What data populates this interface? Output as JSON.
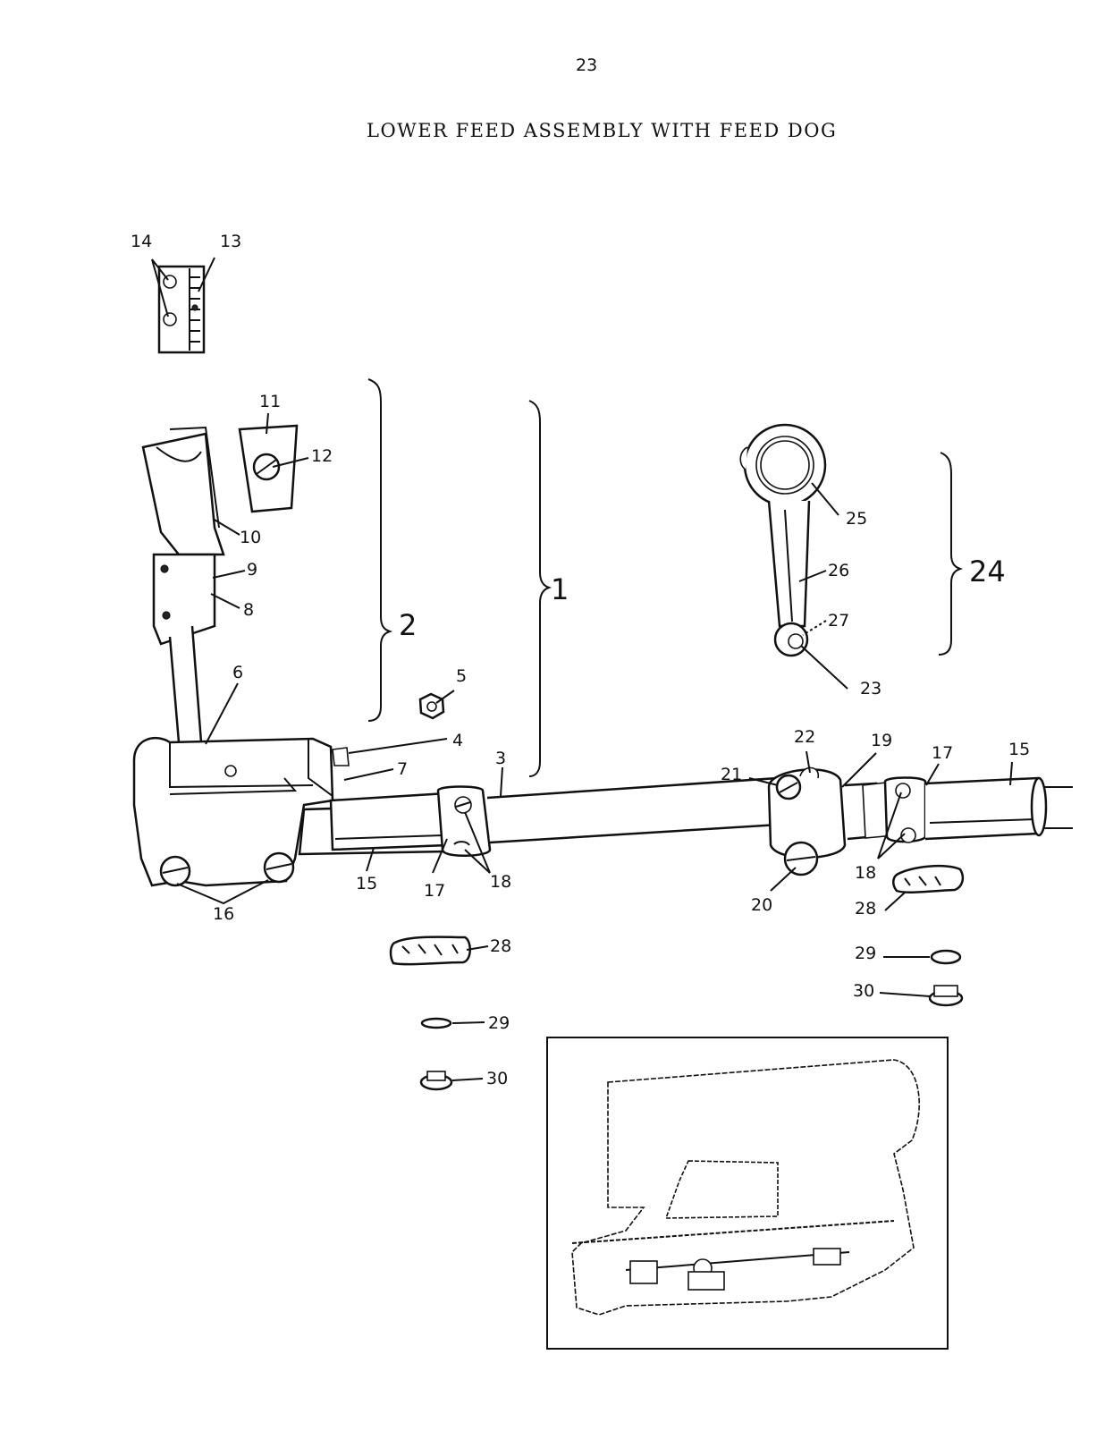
{
  "page": {
    "number": "23",
    "title": "LOWER FEED ASSEMBLY WITH FEED DOG"
  },
  "callouts": {
    "c1": "1",
    "c2": "2",
    "c3": "3",
    "c4": "4",
    "c5": "5",
    "c6": "6",
    "c7": "7",
    "c8": "8",
    "c9": "9",
    "c10": "10",
    "c11": "11",
    "c12": "12",
    "c13": "13",
    "c14": "14",
    "c15a": "15",
    "c15b": "15",
    "c16": "16",
    "c17a": "17",
    "c17b": "17",
    "c18a": "18",
    "c18b": "18",
    "c19": "19",
    "c20": "20",
    "c21": "21",
    "c22": "22",
    "c23": "23",
    "c24": "24",
    "c25": "25",
    "c26": "26",
    "c27": "27",
    "c28a": "28",
    "c28b": "28",
    "c29a": "29",
    "c29b": "29",
    "c30a": "30",
    "c30b": "30"
  }
}
